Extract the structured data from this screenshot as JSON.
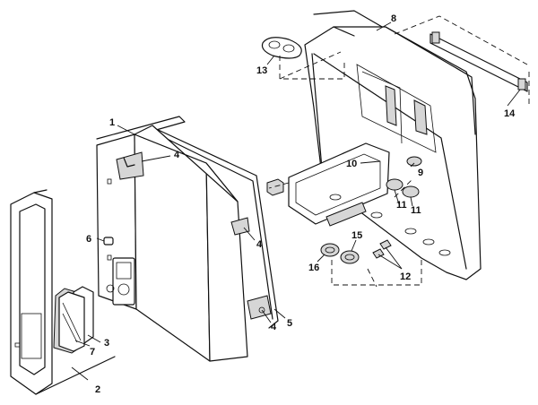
{
  "callouts": {
    "c1": "1",
    "c2": "2",
    "c3": "3",
    "c4a": "4",
    "c4b": "4",
    "c4c": "4",
    "c5": "5",
    "c6": "6",
    "c7": "7",
    "c8": "8",
    "c9": "9",
    "c10": "10",
    "c11a": "11",
    "c11b": "11",
    "c12": "12",
    "c13": "13",
    "c14": "14",
    "c15": "15",
    "c16": "16"
  }
}
